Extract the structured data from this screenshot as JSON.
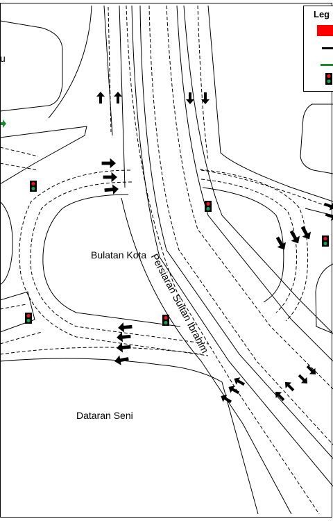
{
  "labels": {
    "roundabout": "Bulatan Kota",
    "area": "Dataran Seni",
    "road": "Persiaran Sultan Ibrahim",
    "left_fragment": "u"
  },
  "legend": {
    "title": "Leg",
    "items": [
      {
        "icon": "red-block-icon",
        "color": "#ff0000"
      },
      {
        "icon": "black-arrow-icon",
        "color": "#000000"
      },
      {
        "icon": "green-arrow-icon",
        "color": "#1a8a2a"
      },
      {
        "icon": "traffic-light-icon",
        "color": "#000000"
      }
    ]
  },
  "colors": {
    "road": "#000000",
    "signal_red": "#e81818",
    "signal_green": "#18a050",
    "green_arrow": "#1a8a2a"
  }
}
